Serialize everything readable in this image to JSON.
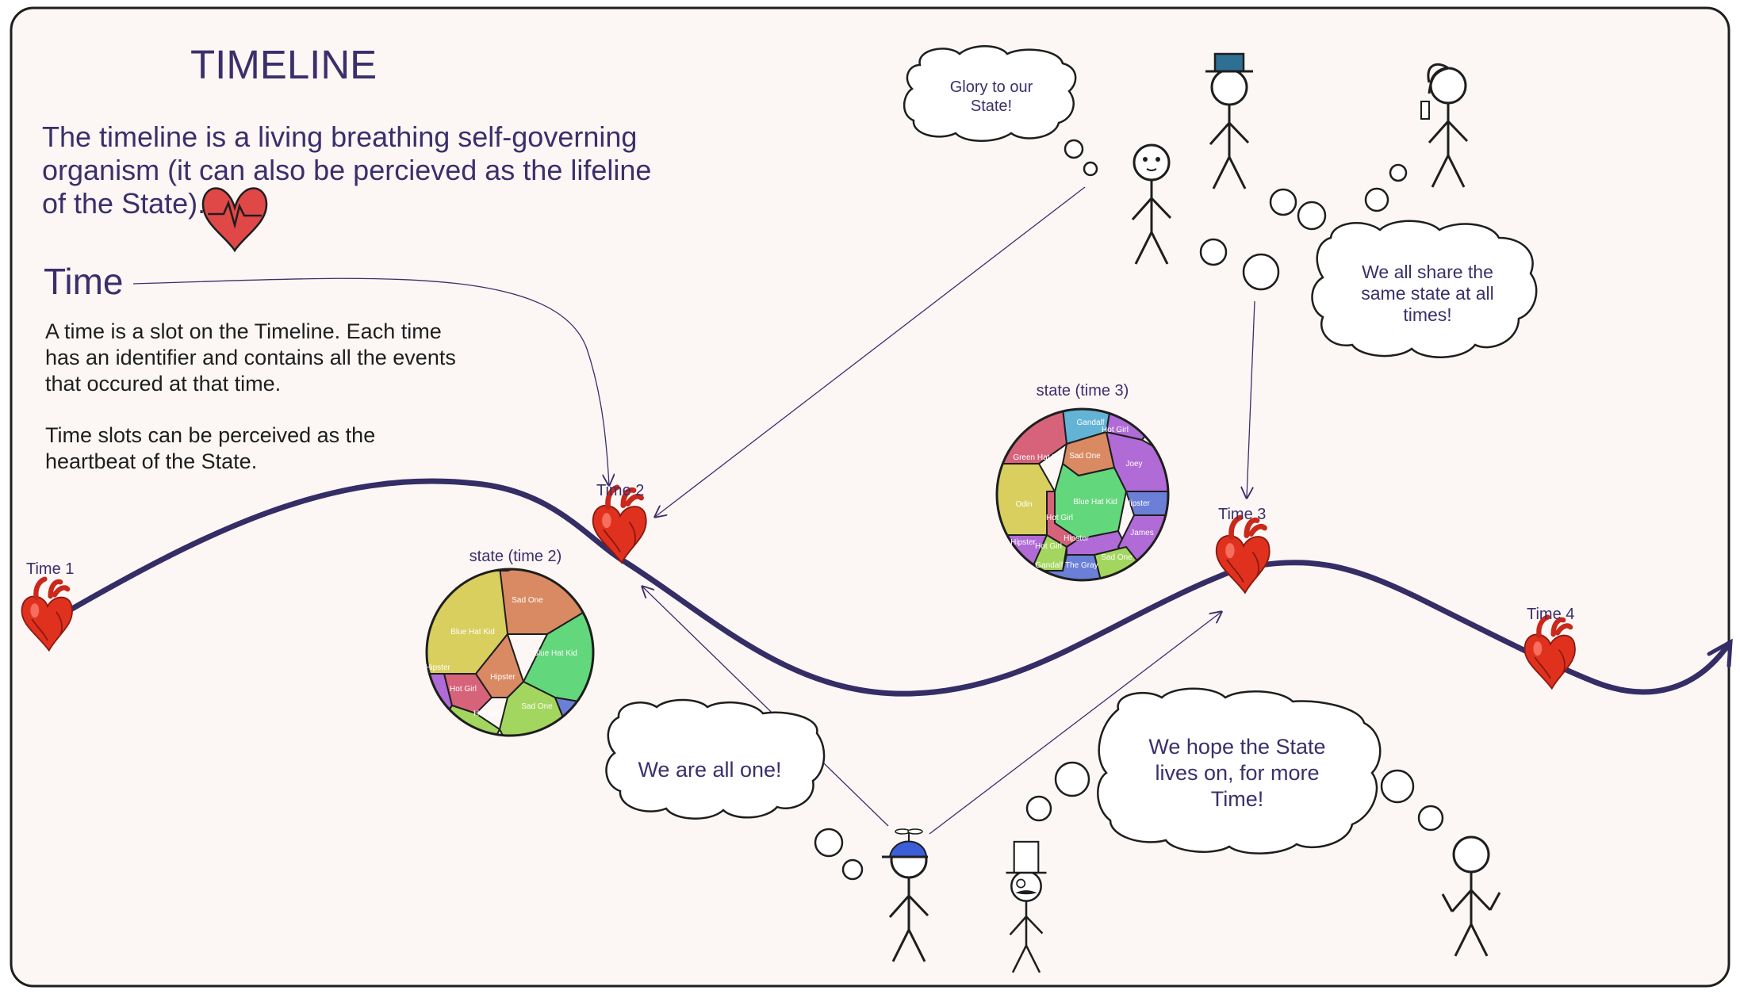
{
  "title": "TIMELINE",
  "intro": "The timeline is a living breathing self-governing organism (it can also be percieved as the lifeline of the State).",
  "time_heading": "Time",
  "time_desc_1": "A time is a slot on the Timeline. Each time has an identifier and contains all the events that occured at that time.",
  "time_desc_2": "Time slots can be perceived as the heartbeat of the State.",
  "time_labels": [
    "Time 1",
    "Time 2",
    "Time 3",
    "Time 4"
  ],
  "state_labels": [
    "state (time 2)",
    "state (time 3)"
  ],
  "speech": {
    "glory": "Glory to our State!",
    "share": "We all share the same state at all times!",
    "one": "We are all one!",
    "hope": "We hope the State lives on, for more Time!"
  },
  "voronoi_time2": [
    "Sad One",
    "Blue Hat Kid",
    "Blue Hat Kid",
    "Hipster",
    "Hipster",
    "Hot Girl",
    "Hot Girl",
    "Sad One"
  ],
  "voronoi_time3": [
    "Gandalf",
    "Hot Girl",
    "Green Hat Kid",
    "Sad One",
    "Joey",
    "Odin",
    "Blue Hat Kid",
    "Hot Girl",
    "Hipster",
    "Hipster",
    "Hot Girl",
    "Hipster",
    "James",
    "Sad One",
    "Gandalf The Gray"
  ],
  "colors": {
    "ink": "#3b2f6b",
    "timeline": "#352d66",
    "heart": "#e0311f",
    "board_bg": "#fcf7f5"
  }
}
